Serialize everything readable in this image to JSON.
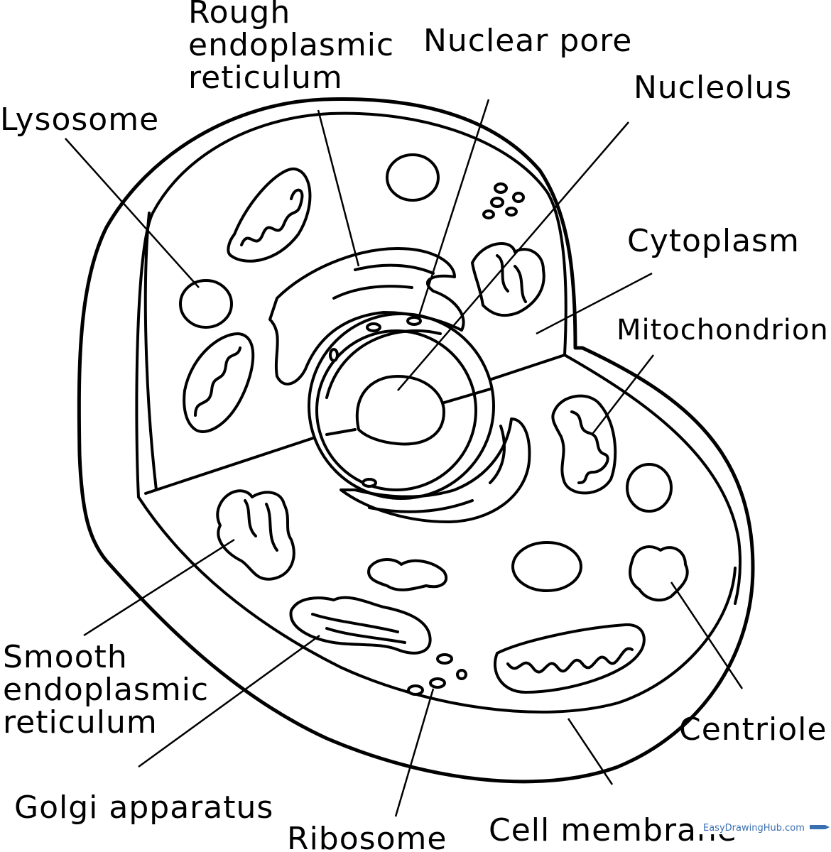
{
  "labels": {
    "rough_er_line1": "Rough",
    "rough_er_line2": "endoplasmic",
    "rough_er_line3": "reticulum",
    "nuclear_pore": "Nuclear pore",
    "nucleolus": "Nucleolus",
    "lysosome": "Lysosome",
    "cytoplasm": "Cytoplasm",
    "mitochondrion": "Mitochondrion",
    "smooth_er_line1": "Smooth",
    "smooth_er_line2": "endoplasmic",
    "smooth_er_line3": "reticulum",
    "golgi": "Golgi apparatus",
    "ribosome": "Ribosome",
    "cell_membrane": "Cell membrane",
    "centriole": "Centriole"
  },
  "watermark": "EasyDrawingHub.com"
}
